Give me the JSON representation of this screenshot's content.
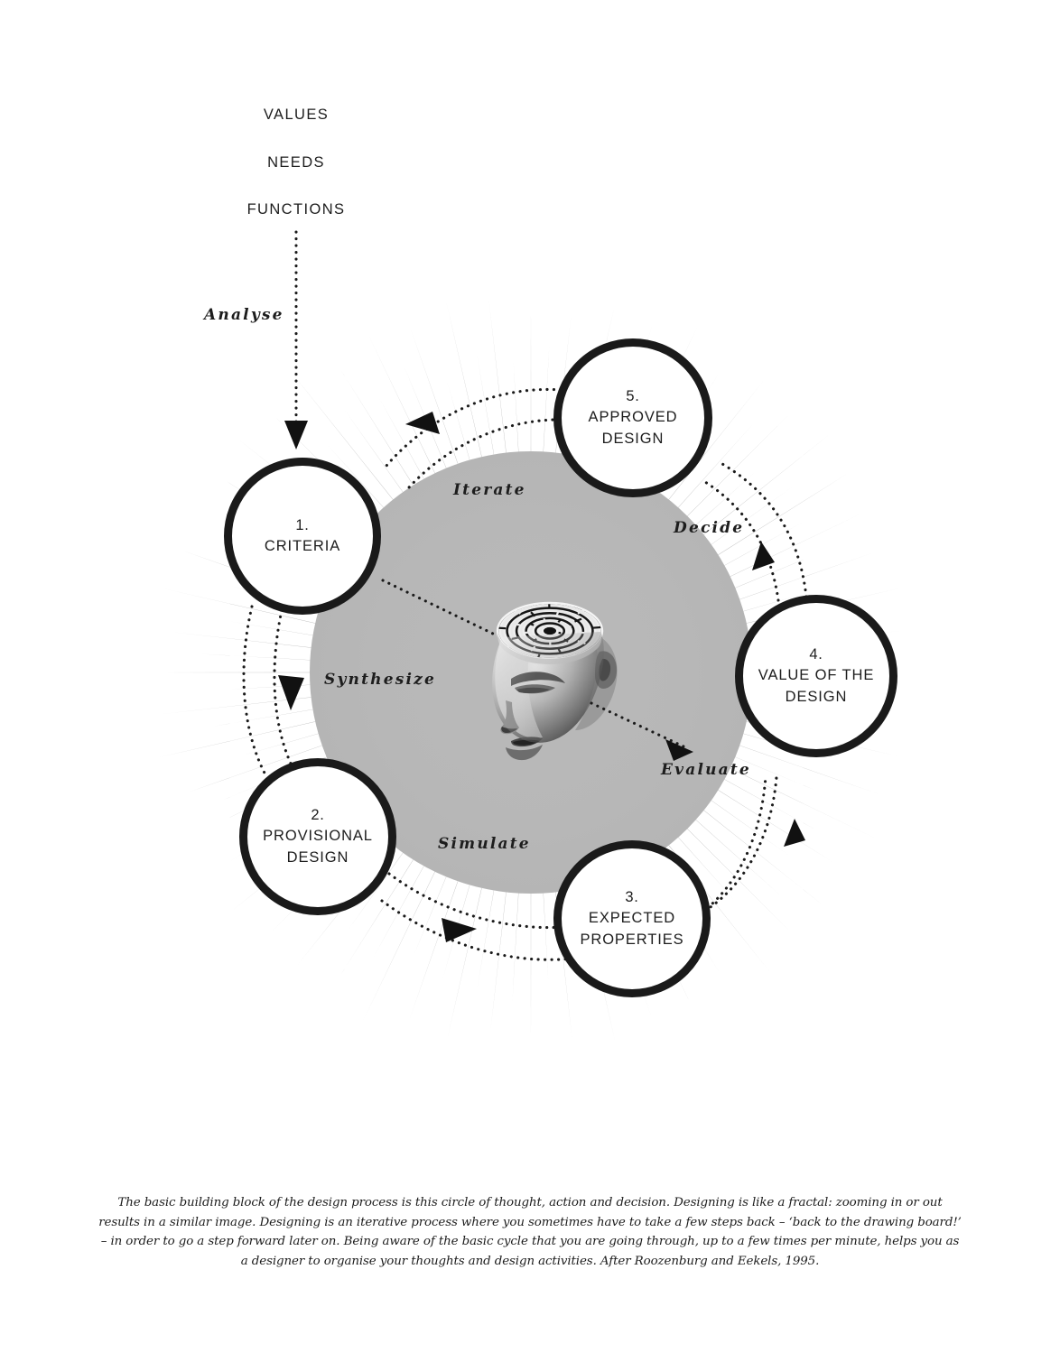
{
  "page": {
    "background_color": "#ffffff",
    "ink_color": "#1a1a1a",
    "ray_color": "#b7b7b7",
    "disc_color": "#b7b7b7"
  },
  "inputs": {
    "items": [
      {
        "label": "VALUES"
      },
      {
        "label": "NEEDS"
      },
      {
        "label": "FUNCTIONS"
      }
    ]
  },
  "nodes": [
    {
      "id": "1",
      "number": "1.",
      "name": "CRITERIA"
    },
    {
      "id": "2",
      "number": "2.",
      "name": "PROVISIONAL DESIGN"
    },
    {
      "id": "3",
      "number": "3.",
      "name": "EXPECTED PROPERTIES"
    },
    {
      "id": "4",
      "number": "4.",
      "name": "VALUE OF THE DESIGN"
    },
    {
      "id": "5",
      "number": "5.",
      "name": "APPROVED DESIGN"
    }
  ],
  "actions": [
    {
      "id": "analyse",
      "label": "Analyse"
    },
    {
      "id": "synthesize",
      "label": "Synthesize"
    },
    {
      "id": "simulate",
      "label": "Simulate"
    },
    {
      "id": "evaluate",
      "label": "Evaluate"
    },
    {
      "id": "decide",
      "label": "Decide"
    },
    {
      "id": "iterate",
      "label": "Iterate"
    }
  ],
  "center_image": {
    "name": "head-with-labyrinth",
    "description": "Grayscale human head seen from above with a concentric maze on the crown"
  },
  "caption": {
    "text": "The basic building block of the design process is this circle of thought, action and decision. Designing is like a fractal: zooming in or out results in a similar image. Designing is an iterative process where you sometimes have to take a few steps back – ‘back to the drawing board!’ – in order to go a step forward later on. Being aware of the basic cycle that you are going through, up to a few times per minute, helps you as a designer to organise your thoughts and design activities. After Roozenburg and Eekels, 1995."
  }
}
